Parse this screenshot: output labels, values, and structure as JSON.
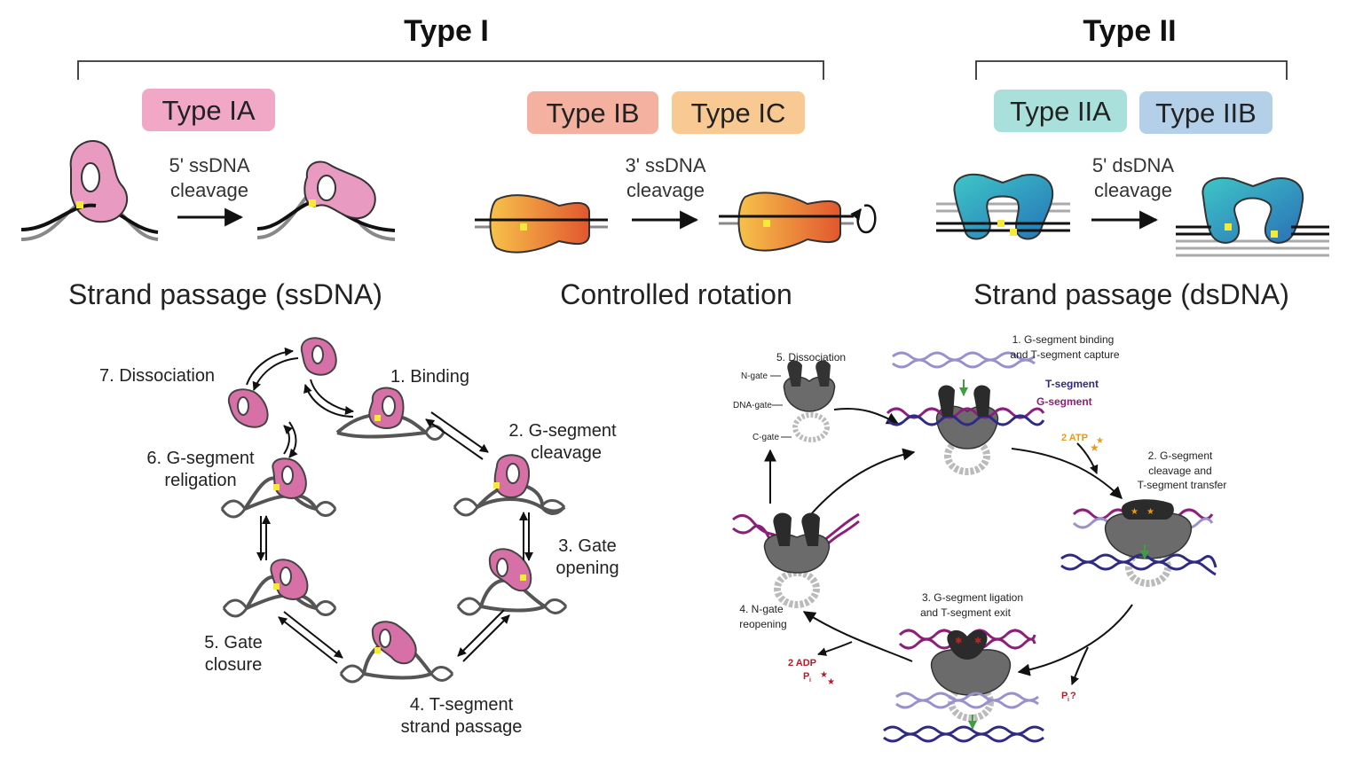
{
  "header": {
    "type1_title": "Type I",
    "type2_title": "Type II"
  },
  "badges": {
    "type_ia": "Type IA",
    "type_ib": "Type IB",
    "type_ic": "Type IC",
    "type_iia": "Type IIA",
    "type_iib": "Type IIB"
  },
  "arrows": {
    "a1_line1": "5' ssDNA",
    "a1_line2": "cleavage",
    "a2_line1": "3' ssDNA",
    "a2_line2": "cleavage",
    "a3_line1": "5' dsDNA",
    "a3_line2": "cleavage"
  },
  "mechanisms": {
    "ssdna": "Strand passage (ssDNA)",
    "rotation": "Controlled rotation",
    "dsdna": "Strand passage (dsDNA)"
  },
  "cycle1": {
    "step1": "1. Binding",
    "step2_l1": "2. G-segment",
    "step2_l2": "cleavage",
    "step3_l1": "3. Gate",
    "step3_l2": "opening",
    "step4_l1": "4. T-segment",
    "step4_l2": "strand passage",
    "step5_l1": "5. Gate",
    "step5_l2": "closure",
    "step6_l1": "6. G-segment",
    "step6_l2": "religation",
    "step7": "7. Dissociation"
  },
  "cycle2": {
    "step1_l1": "1. G-segment binding",
    "step1_l2": "and T-segment capture",
    "step2_l1": "2. G-segment",
    "step2_l2": "cleavage and",
    "step2_l3": "T-segment transfer",
    "step3_l1": "3. G-segment ligation",
    "step3_l2": "and T-segment exit",
    "step4_l1": "4. N-gate",
    "step4_l2": "reopening",
    "step5": "5. Dissociation",
    "n_gate": "N-gate",
    "dna_gate": "DNA-gate",
    "c_gate": "C-gate",
    "t_segment": "T-segment",
    "g_segment": "G-segment",
    "atp": "2 ATP",
    "adp": "2 ADP",
    "pi_base": "P",
    "pi_sub": "i",
    "pi_q": "?"
  },
  "colors": {
    "pink": "#d870a8",
    "dark_pink": "#a63a73",
    "badge_pink": "#f1a8c7",
    "badge_salmon": "#f5b1a0",
    "badge_peach": "#f8c993",
    "badge_teal": "#a9e0dc",
    "badge_blue": "#b4cfe8",
    "t_segment": "#2e2a86",
    "g_segment": "#8c1f7a",
    "atp": "#e89a1c",
    "adp": "#b01e2b",
    "green_arrow": "#3da03a",
    "protein_dark": "#3a3a3a",
    "protein_mid": "#6b6b6b",
    "protein_light": "#cfcfcf"
  }
}
